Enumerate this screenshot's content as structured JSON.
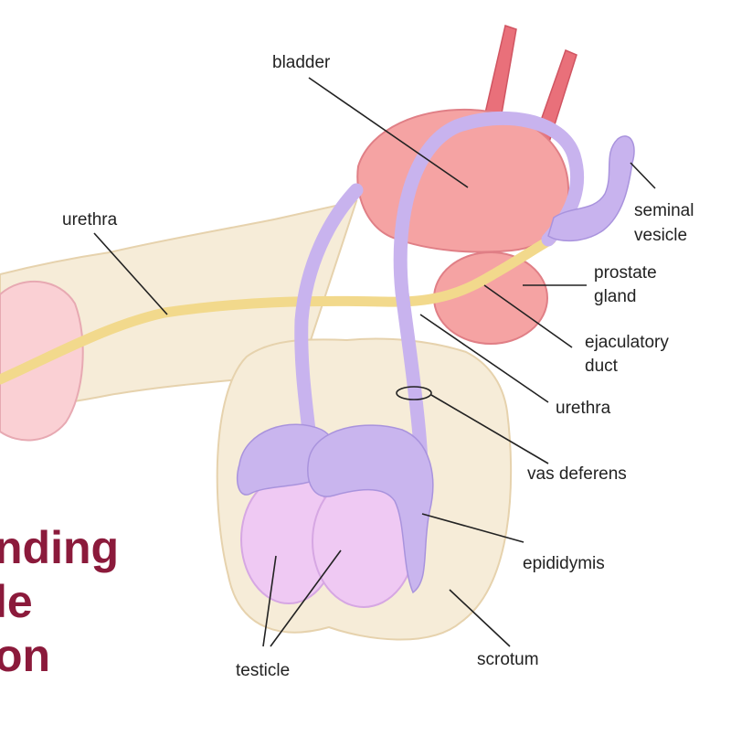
{
  "colors": {
    "title": "#8b1a3b",
    "leader_line": "#222222",
    "skin": "#f6ecd8",
    "skin_outline": "#e6d2ad",
    "bladder": "#f5a3a3",
    "bladder_outline": "#e07f86",
    "ureter": "#e9707a",
    "urethra_tube": "#f2d98c",
    "vas_deferens": "#c8b3ee",
    "testicle": "#efc9f3",
    "epididymis": "#c9b5ee",
    "glans": "#fad0d4"
  },
  "title_lines": [
    "nding",
    "le",
    "on"
  ],
  "labels": {
    "bladder": "bladder",
    "urethra_left": "urethra",
    "seminal_vesicle": [
      "seminal",
      "vesicle"
    ],
    "prostate_gland": [
      "prostate",
      "gland"
    ],
    "ejaculatory_duct": [
      "ejaculatory",
      "duct"
    ],
    "urethra_right": "urethra",
    "vas_deferens": "vas deferens",
    "epididymis": "epididymis",
    "testicle": "testicle",
    "scrotum": "scrotum"
  }
}
